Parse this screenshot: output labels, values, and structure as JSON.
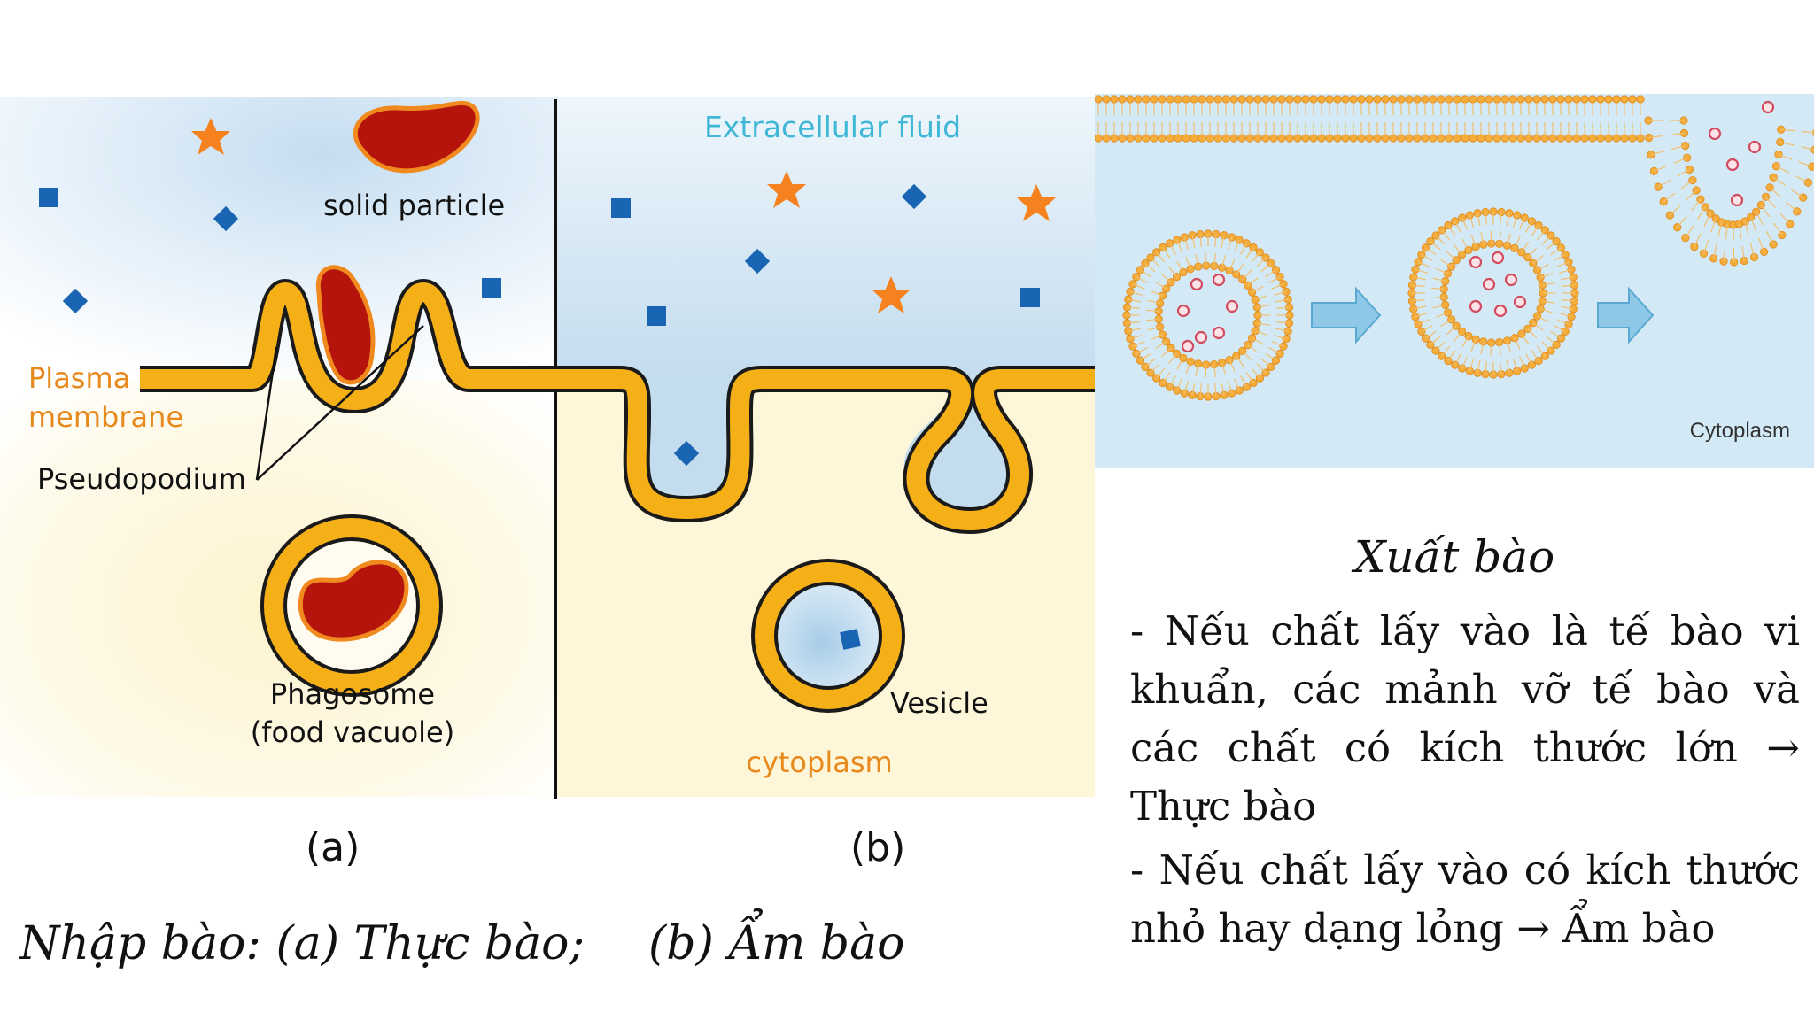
{
  "colors": {
    "membrane": "#f5b018",
    "membrane_outline": "#1a1a1a",
    "particle": "#b4140c",
    "particle_outline": "#f08a1e",
    "star": "#f5821e",
    "square": "#1a64b4",
    "fluid_top": "#c9e1f1",
    "cytoplasm": "#fdf6da",
    "label_orange": "#e8891e",
    "label_cyan": "#3fb7d6",
    "arrow": "#8ec8e6",
    "lipid_head": "#f4ac3a"
  },
  "diagram_left": {
    "labels": {
      "plasma_membrane_1": "Plasma",
      "plasma_membrane_2": "membrane",
      "pseudopodium": "Pseudopodium",
      "solid_particle": "solid particle",
      "phagosome_1": "Phagosome",
      "phagosome_2": "(food vacuole)",
      "extracellular_fluid": "Extracellular fluid",
      "vesicle": "Vesicle",
      "cytoplasm": "cytoplasm"
    },
    "panel_a": "(a)",
    "panel_b": "(b)"
  },
  "caption_left": {
    "part_a": "Nhập bào: (a) Thực bào;",
    "part_b": "(b) Ẩm bào"
  },
  "diagram_right": {
    "cytoplasm_label": "Cytoplasm",
    "caption": "Xuất bào"
  },
  "body_text": {
    "bullet_1": "- Nếu chất lấy vào là tế bào vi khuẩn, các mảnh vỡ tế bào và các chất có kích thước lớn → Thực bào",
    "bullet_2": "- Nếu chất lấy vào có kích thước nhỏ hay dạng lỏng → Ẩm bào"
  }
}
